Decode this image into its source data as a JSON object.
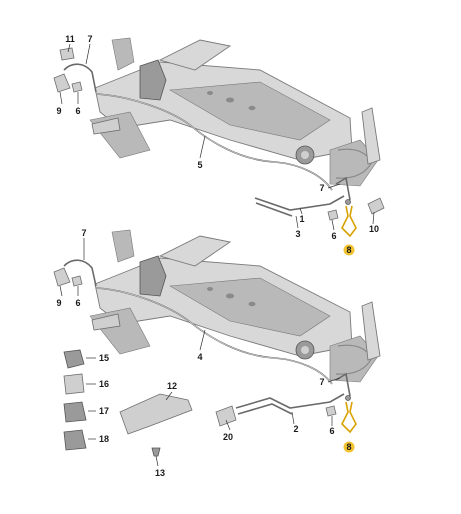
{
  "colors": {
    "highlight": "#f2c230",
    "line": "#6a6a6a",
    "part": "#cfcfcf"
  },
  "top": {
    "labels": [
      "11",
      "7",
      "9",
      "6",
      "5",
      "7",
      "1",
      "3",
      "6",
      "8",
      "10"
    ]
  },
  "bottom": {
    "labels": [
      "7",
      "9",
      "6",
      "4",
      "7",
      "20",
      "2",
      "6",
      "8",
      "12",
      "13"
    ],
    "parts_list": [
      "15",
      "16",
      "17",
      "18"
    ]
  }
}
